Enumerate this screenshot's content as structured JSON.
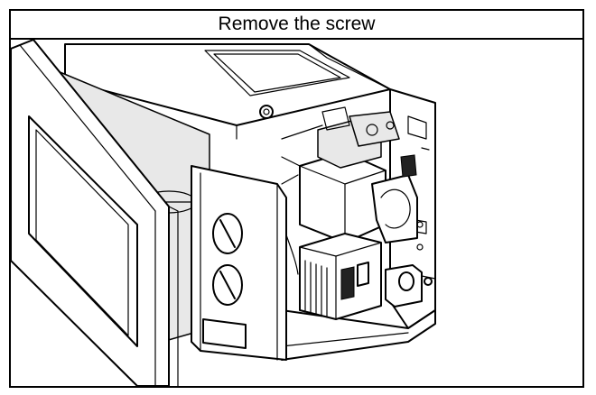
{
  "instruction": {
    "title": "Remove the screw"
  },
  "illustration": {
    "subject": "microwave-oven-open-cabinet",
    "parts": [
      "door",
      "control-panel",
      "knob-upper",
      "knob-lower",
      "transformer",
      "magnetron",
      "capacitor",
      "cabinet-top"
    ]
  },
  "colors": {
    "line": "#000000",
    "background": "#ffffff"
  }
}
